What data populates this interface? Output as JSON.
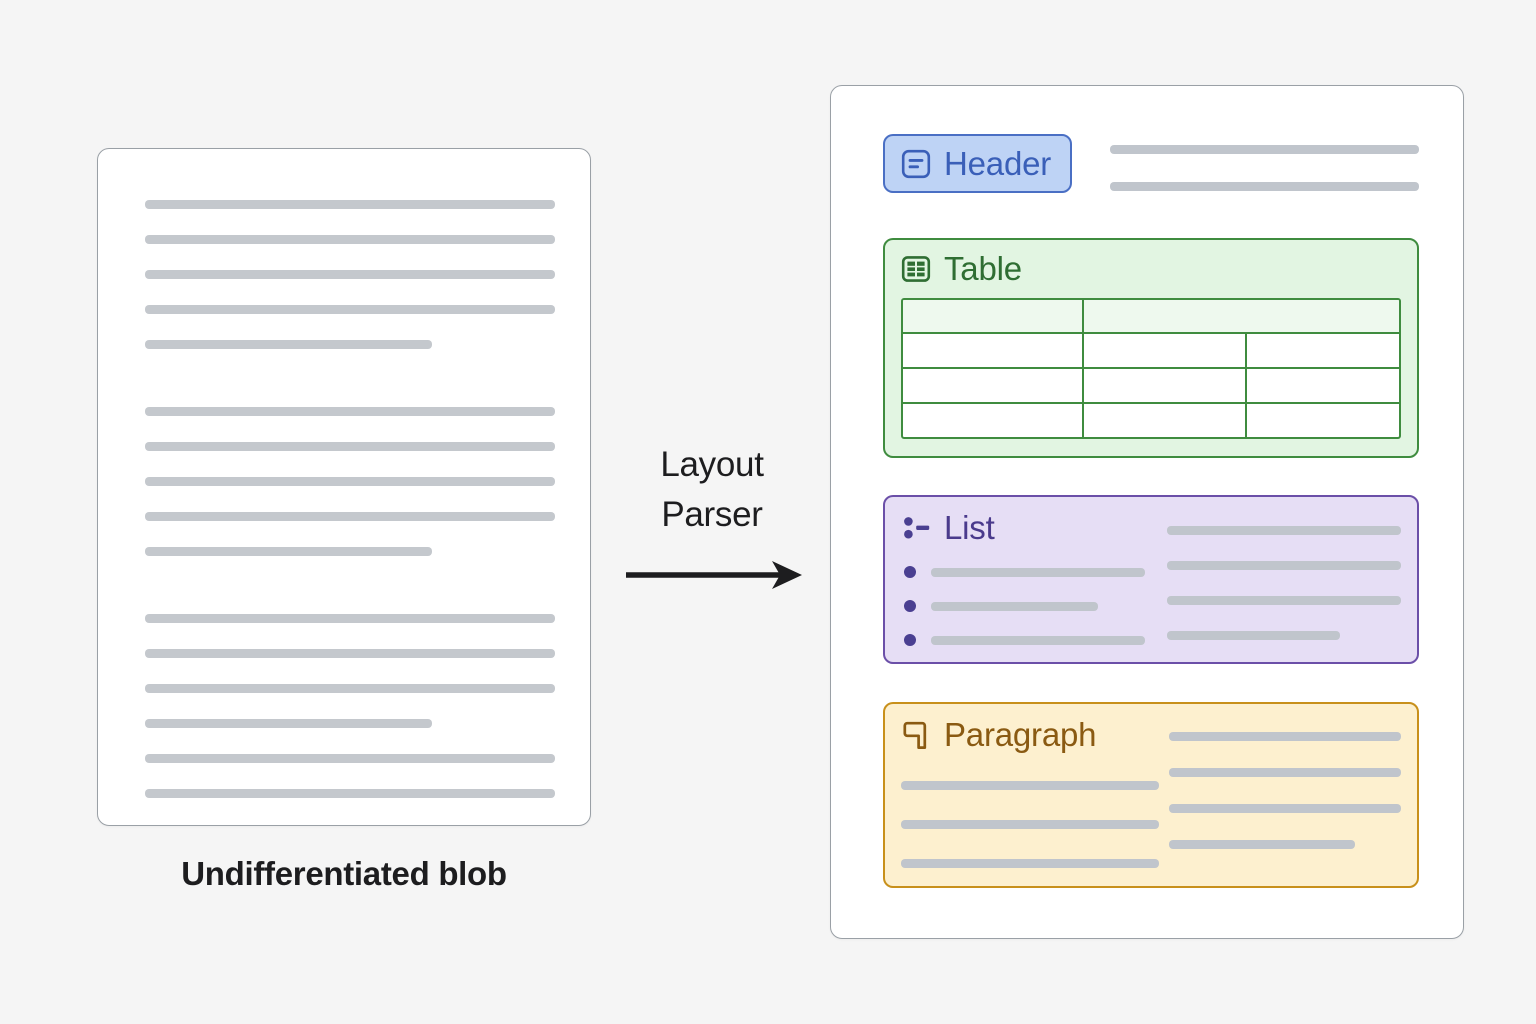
{
  "diagram": {
    "title": "Layout Parser transformation diagram",
    "transform_label_line1": "Layout",
    "transform_label_line2": "Parser",
    "arrow_icon": "arrow-right-icon"
  },
  "source_document": {
    "caption": "Undifferentiated blob",
    "line_count": 16,
    "lines": [
      {
        "width_pct": 100
      },
      {
        "width_pct": 100
      },
      {
        "width_pct": 100
      },
      {
        "width_pct": 100
      },
      {
        "width_pct": 70
      },
      {
        "width_pct": 100,
        "paragraph_break": true
      },
      {
        "width_pct": 100
      },
      {
        "width_pct": 100
      },
      {
        "width_pct": 100
      },
      {
        "width_pct": 70
      },
      {
        "width_pct": 100,
        "paragraph_break": true
      },
      {
        "width_pct": 100
      },
      {
        "width_pct": 100
      },
      {
        "width_pct": 70
      },
      {
        "width_pct": 100
      },
      {
        "width_pct": 100
      }
    ]
  },
  "parsed_document": {
    "blocks": [
      {
        "id": "header",
        "label": "Header",
        "icon": "header-block-icon",
        "accent": "#3a5fb8",
        "fill": "#bed3f5",
        "border": "#4a6fc4",
        "side_lines": [
          {
            "width_pct": 100
          },
          {
            "width_pct": 100
          }
        ]
      },
      {
        "id": "table",
        "label": "Table",
        "icon": "table-grid-icon",
        "accent": "#2f6e33",
        "fill": "#e2f5e2",
        "border": "#3f8c3f",
        "grid": {
          "header_row_cells": [
            36,
            64
          ],
          "body_rows": 3,
          "body_row_cells": [
            36,
            33,
            31
          ]
        }
      },
      {
        "id": "list",
        "label": "List",
        "icon": "bulleted-list-icon",
        "accent": "#4a3a8c",
        "fill": "#e6def5",
        "border": "#6b4fa8",
        "bullet_items": [
          {
            "width_pct": 100
          },
          {
            "width_pct": 78
          },
          {
            "width_pct": 100
          }
        ],
        "side_lines": [
          {
            "width_pct": 100
          },
          {
            "width_pct": 100
          },
          {
            "width_pct": 100
          },
          {
            "width_pct": 74
          }
        ]
      },
      {
        "id": "paragraph",
        "label": "Paragraph",
        "icon": "pilcrow-icon",
        "accent": "#8a5a12",
        "fill": "#fdf0cf",
        "border": "#c8901b",
        "left_lines": [
          {
            "width_pct": 100
          },
          {
            "width_pct": 100
          },
          {
            "width_pct": 100
          }
        ],
        "side_lines": [
          {
            "width_pct": 100
          },
          {
            "width_pct": 100
          },
          {
            "width_pct": 100
          },
          {
            "width_pct": 80
          }
        ]
      }
    ]
  },
  "colors": {
    "page_background": "#f5f5f5",
    "card_background": "#ffffff",
    "card_border": "#9aa0a6",
    "placeholder_line": "#c0c5cc",
    "text": "#1d1d1f"
  }
}
